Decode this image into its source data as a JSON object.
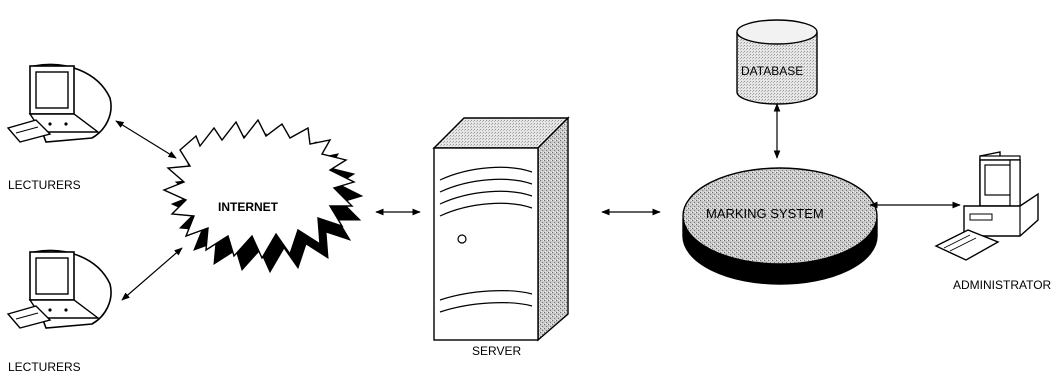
{
  "nodes": {
    "lecturer_top": {
      "label": "LECTURERS",
      "icon": "crt-monitor-icon"
    },
    "lecturer_bottom": {
      "label": "LECTURERS",
      "icon": "crt-monitor-icon"
    },
    "internet": {
      "label": "INTERNET",
      "icon": "cloud-icon"
    },
    "server": {
      "label": "SERVER",
      "icon": "tower-server-icon"
    },
    "database": {
      "label": "DATABASE",
      "icon": "database-cylinder-icon"
    },
    "marking_system": {
      "label": "MARKING SYSTEM",
      "icon": "disc-icon"
    },
    "administrator": {
      "label": "ADMINISTRATOR",
      "icon": "desktop-computer-icon"
    }
  },
  "connections": [
    {
      "from": "lecturer_top",
      "to": "internet",
      "direction": "both"
    },
    {
      "from": "lecturer_bottom",
      "to": "internet",
      "direction": "both"
    },
    {
      "from": "internet",
      "to": "server",
      "direction": "both"
    },
    {
      "from": "server",
      "to": "marking_system",
      "direction": "both"
    },
    {
      "from": "database",
      "to": "marking_system",
      "direction": "both"
    },
    {
      "from": "marking_system",
      "to": "administrator",
      "direction": "both"
    }
  ],
  "colors": {
    "line": "#000000",
    "fill": "#ffffff",
    "shadow": "#000000",
    "stipple": "#a8a8a8"
  }
}
